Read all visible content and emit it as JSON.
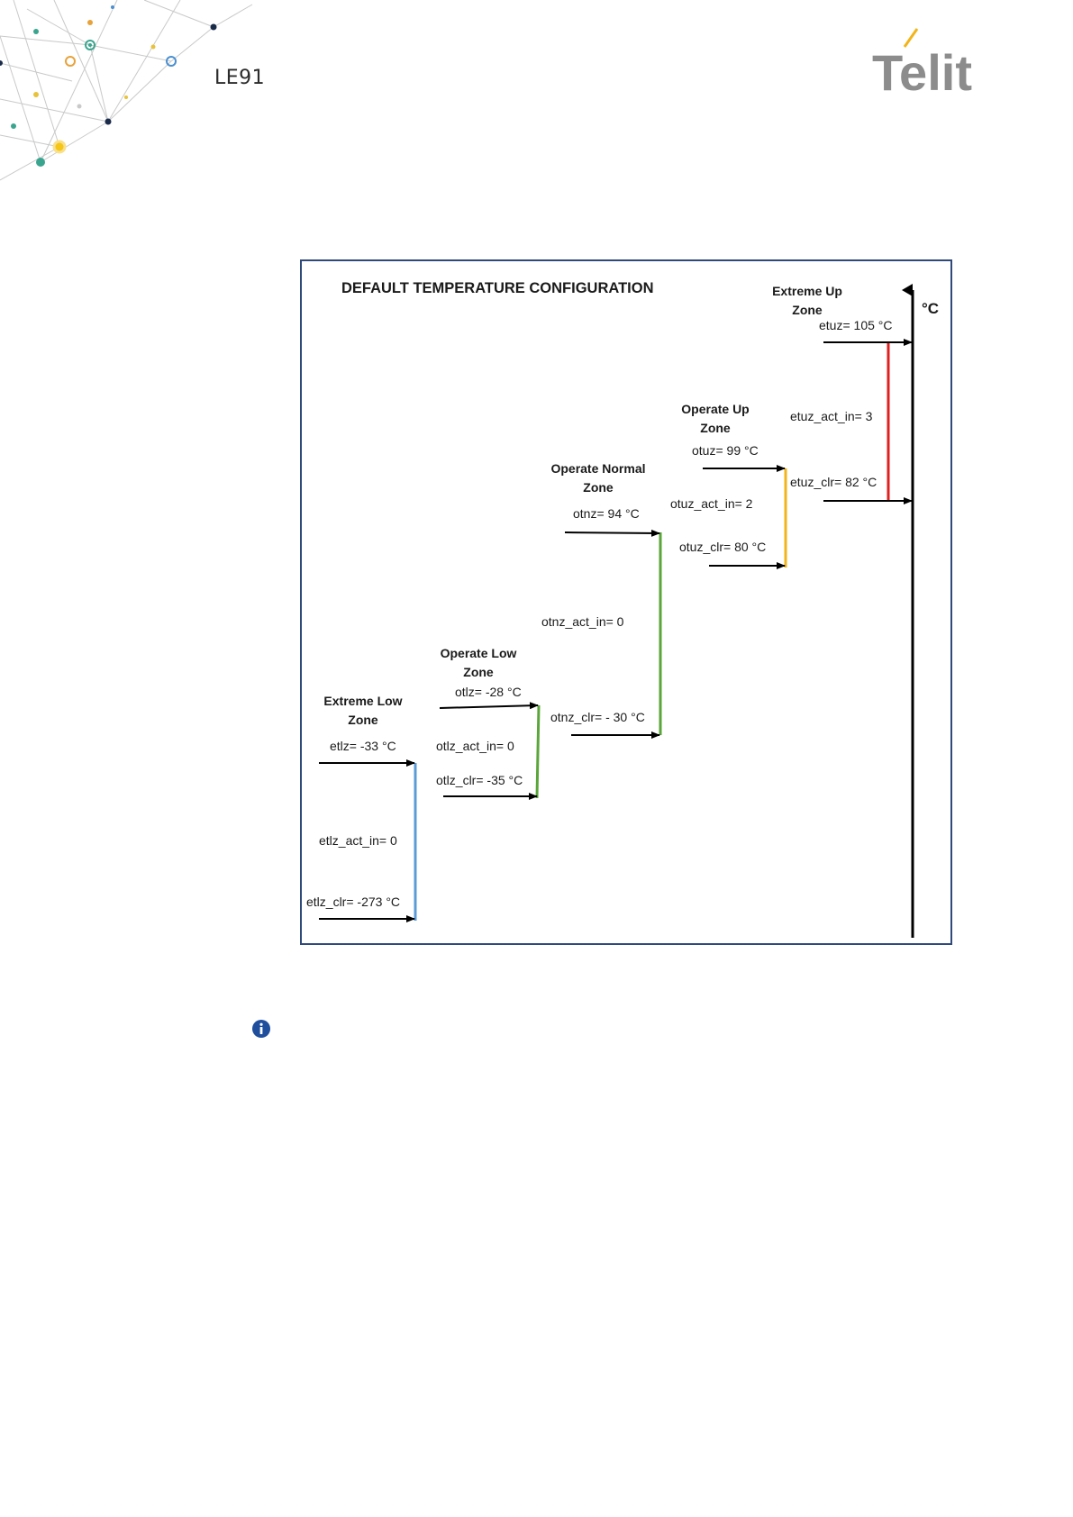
{
  "header": {
    "doc_title": "LE91",
    "logo_text": "Telit"
  },
  "colors": {
    "frame": "#2f4a7a",
    "extreme_low": "#5b9bd5",
    "operate_low": "#5aa63a",
    "operate_normal": "#5aa63a",
    "operate_up": "#f2b418",
    "extreme_up": "#e02020",
    "info_icon": "#1f4e9c"
  },
  "diagram": {
    "title": "DEFAULT TEMPERATURE CONFIGURATION",
    "axis_unit": "°C",
    "zones": {
      "extreme_low": {
        "name_line1": "Extreme Low",
        "name_line2": "Zone",
        "threshold": "etlz= -33 °C",
        "act_in": "etlz_act_in= 0",
        "clear": "etlz_clr= -273 °C"
      },
      "operate_low": {
        "name_line1": "Operate Low",
        "name_line2": "Zone",
        "threshold": "otlz= -28 °C",
        "act_in": "otlz_act_in= 0",
        "clear": "otlz_clr= -35 °C"
      },
      "operate_normal": {
        "name_line1": "Operate Normal",
        "name_line2": "Zone",
        "threshold": "otnz= 94 °C",
        "act_in": "otnz_act_in= 0",
        "clear": "otnz_clr= - 30 °C"
      },
      "operate_up": {
        "name_line1": "Operate Up",
        "name_line2": "Zone",
        "threshold": "otuz= 99 °C",
        "act_in": "otuz_act_in= 2",
        "clear": "otuz_clr= 80 °C"
      },
      "extreme_up": {
        "name_line1": "Extreme Up",
        "name_line2": "Zone",
        "threshold": "etuz= 105 °C",
        "act_in": "etuz_act_in= 3",
        "clear": "etuz_clr= 82 °C"
      }
    }
  },
  "note": {
    "icon": "info-icon"
  }
}
